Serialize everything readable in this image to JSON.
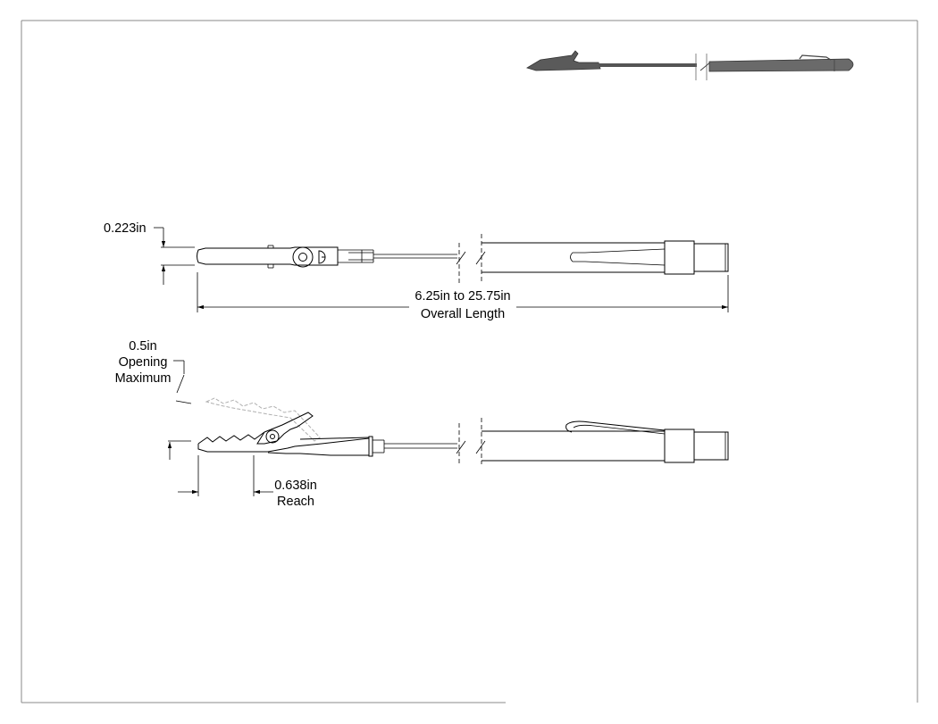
{
  "dimensions": {
    "height": "0.223in",
    "overall_length_value": "6.25in to 25.75in",
    "overall_length_label": "Overall Length",
    "opening_value": "0.5in",
    "opening_label_1": "Opening",
    "opening_label_2": "Maximum",
    "reach_value": "0.638in",
    "reach_label": "Reach"
  }
}
